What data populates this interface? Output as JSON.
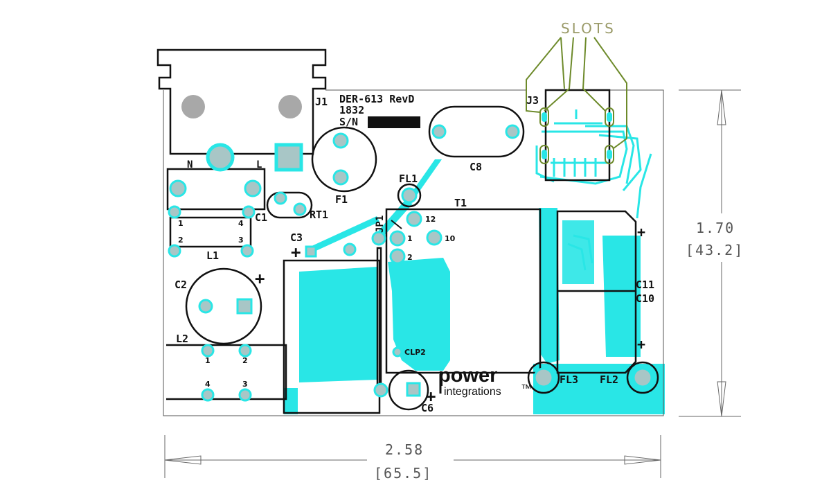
{
  "board": {
    "title": "DER-613 RevD",
    "date_code": "1832",
    "serial_label": "S/N"
  },
  "slots_label": "SLOTS",
  "dimensions": {
    "width_in": "2.58",
    "width_mm": "[65.5]",
    "height_in": "1.70",
    "height_mm": "[43.2]"
  },
  "refdes": {
    "J1": "J1",
    "J3": "J3",
    "F1": "F1",
    "C8": "C8",
    "FL1": "FL1",
    "T1": "T1",
    "RT1": "RT1",
    "C1": "C1",
    "L1": "L1",
    "C3": "C3",
    "JP1": "JP1",
    "C2": "C2",
    "L2": "L2",
    "C6": "C6",
    "FL3": "FL3",
    "FL2": "FL2",
    "C11": "C11",
    "C10": "C10",
    "CLP2": "CLP2",
    "N": "N",
    "L": "L"
  },
  "pins": {
    "l1_1": "1",
    "l1_4": "4",
    "l1_2": "2",
    "l1_3": "3",
    "l2_1": "1",
    "l2_2": "2",
    "l2_4": "4",
    "l2_3": "3",
    "t1_12": "12",
    "t1_1": "1",
    "t1_10": "10",
    "t1_2": "2"
  },
  "polarity": {
    "plus": "+"
  },
  "logo": {
    "line1": "power",
    "line2": "integrations",
    "tm": "™"
  },
  "colors": {
    "copper": "#29e6e6",
    "pad": "#a8c6c6",
    "silk": "#111111",
    "slots": "#6d8a2a",
    "dims": "#666666"
  }
}
